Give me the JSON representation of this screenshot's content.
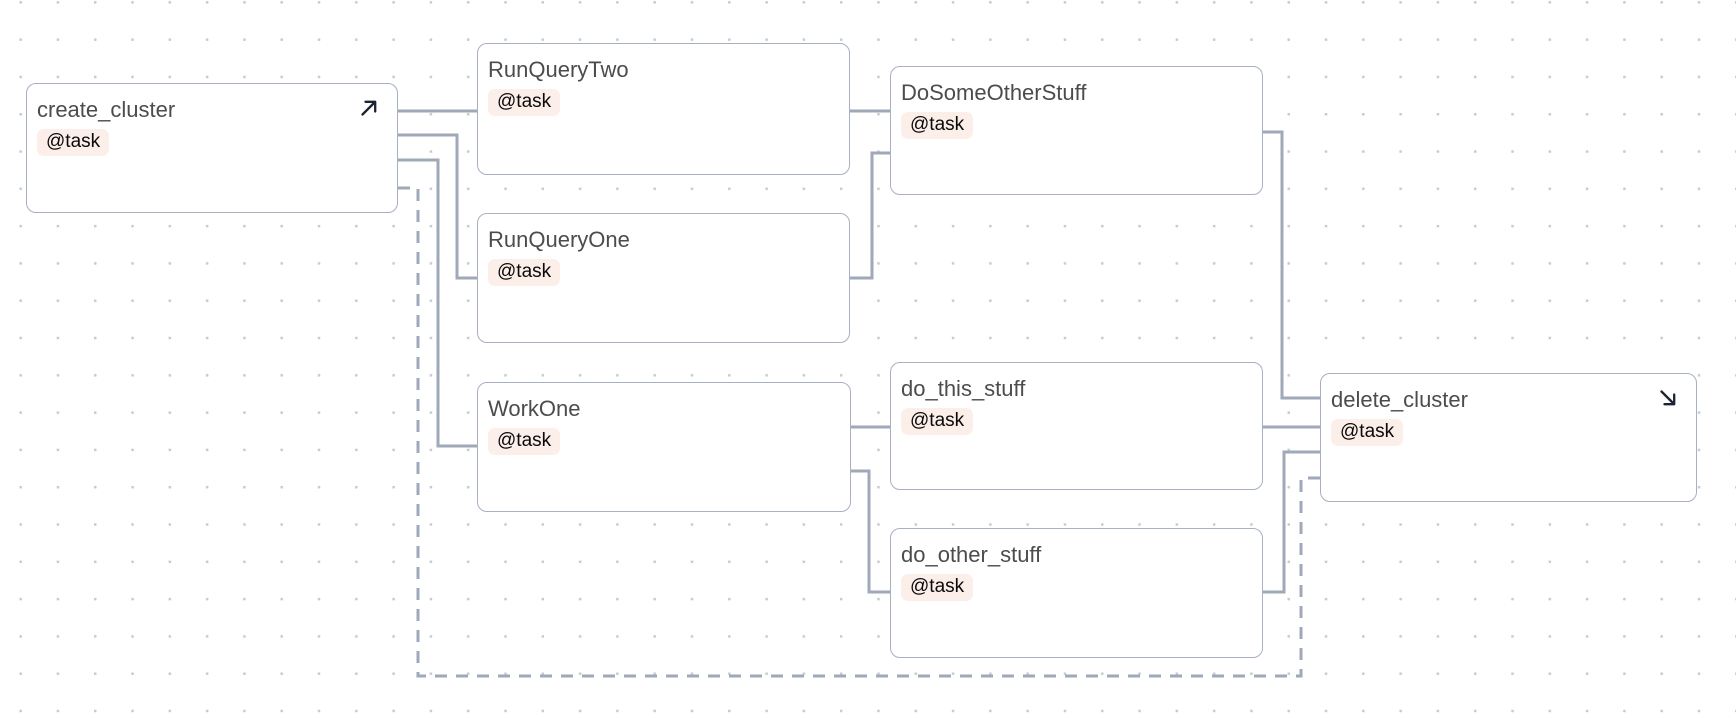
{
  "diagram": {
    "type": "task-dag",
    "canvas": {
      "background": "#ffffff",
      "dot_color": "#c7cbd2"
    },
    "colors": {
      "node_border": "#a7b1c2",
      "edge": "#9fa9ba",
      "badge_background": "#fceee8",
      "title_text": "#4c4c4c",
      "icon": "#1b2433"
    },
    "nodes": [
      {
        "id": "create_cluster",
        "label": "create_cluster",
        "badge": "@task",
        "corner_icon": "arrow-up-right"
      },
      {
        "id": "RunQueryTwo",
        "label": "RunQueryTwo",
        "badge": "@task",
        "corner_icon": null
      },
      {
        "id": "RunQueryOne",
        "label": "RunQueryOne",
        "badge": "@task",
        "corner_icon": null
      },
      {
        "id": "DoSomeOtherStuff",
        "label": "DoSomeOtherStuff",
        "badge": "@task",
        "corner_icon": null
      },
      {
        "id": "WorkOne",
        "label": "WorkOne",
        "badge": "@task",
        "corner_icon": null
      },
      {
        "id": "do_this_stuff",
        "label": "do_this_stuff",
        "badge": "@task",
        "corner_icon": null
      },
      {
        "id": "do_other_stuff",
        "label": "do_other_stuff",
        "badge": "@task",
        "corner_icon": null
      },
      {
        "id": "delete_cluster",
        "label": "delete_cluster",
        "badge": "@task",
        "corner_icon": "arrow-down-right"
      }
    ],
    "edges": [
      {
        "from": "create_cluster",
        "to": "RunQueryTwo",
        "style": "solid"
      },
      {
        "from": "create_cluster",
        "to": "RunQueryOne",
        "style": "solid"
      },
      {
        "from": "create_cluster",
        "to": "WorkOne",
        "style": "solid"
      },
      {
        "from": "create_cluster",
        "to": "delete_cluster",
        "style": "dashed"
      },
      {
        "from": "RunQueryTwo",
        "to": "DoSomeOtherStuff",
        "style": "solid"
      },
      {
        "from": "RunQueryOne",
        "to": "DoSomeOtherStuff",
        "style": "solid"
      },
      {
        "from": "WorkOne",
        "to": "do_this_stuff",
        "style": "solid"
      },
      {
        "from": "WorkOne",
        "to": "do_other_stuff",
        "style": "solid"
      },
      {
        "from": "DoSomeOtherStuff",
        "to": "delete_cluster",
        "style": "solid"
      },
      {
        "from": "do_this_stuff",
        "to": "delete_cluster",
        "style": "solid"
      },
      {
        "from": "do_other_stuff",
        "to": "delete_cluster",
        "style": "solid"
      }
    ]
  }
}
